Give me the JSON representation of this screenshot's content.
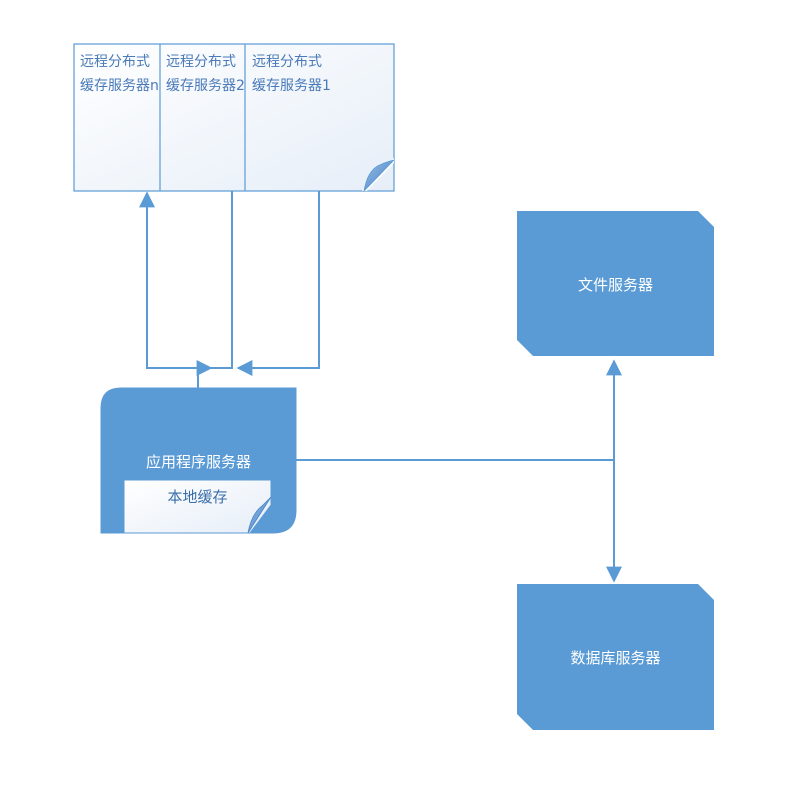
{
  "remote_caches": [
    {
      "label": "远程分布式缓存服务器n"
    },
    {
      "label": "远程分布式缓存服务器2"
    },
    {
      "label": "远程分布式缓存服务器1"
    }
  ],
  "app_server": {
    "label": "应用程序服务器"
  },
  "local_cache": {
    "label": "本地缓存"
  },
  "file_server": {
    "label": "文件服务器"
  },
  "db_server": {
    "label": "数据库服务器"
  }
}
